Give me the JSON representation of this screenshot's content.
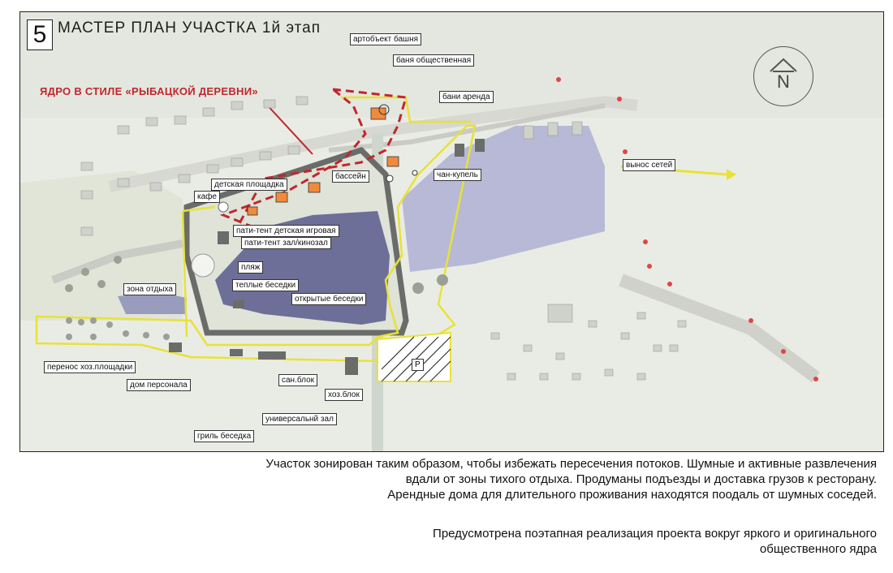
{
  "header": {
    "number": "5",
    "title": "МАСТЕР ПЛАН УЧАСТКА 1й этап",
    "core_label": "ЯДРО В СТИЛЕ «РЫБАЦКОЙ ДЕРЕВНИ»",
    "compass_letter": "N",
    "parking": "P"
  },
  "labels": {
    "art_tower": "артобъект башня",
    "public_bath": "баня общественная",
    "rent_baths": "бани аренда",
    "network": "вынос сетей",
    "pool": "бассейн",
    "chan_kupel": "чан-купель",
    "kids_playground": "детская площадка",
    "cafe": "кафе",
    "party_tent_kids": "пати-тент детская игровая",
    "party_tent_hall": "пати-тент зал/кинозал",
    "beach": "пляж",
    "rest_zone": "зона отдыха",
    "warm_gazebos": "теплые беседки",
    "open_gazebos": "открытые беседки",
    "relocate_yard": "перенос хоз.площадки",
    "staff_house": "дом персонала",
    "san_block": "сан.блок",
    "hoz_block": "хоз.блок",
    "universal_hall": "универсальнй зал",
    "grill_gazebo": "гриль беседка"
  },
  "description": {
    "p1_l1": "Участок зонирован таким образом, чтобы избежать пересечения потоков. Шумные и активные развлечения",
    "p1_l2": "вдали от зоны тихого отдыха. Продуманы подъезды и доставка грузов к ресторану.",
    "p1_l3": "Арендные дома для длительного проживания находятся поодаль от шумных соседей.",
    "p2_l1": "Предусмотрена поэтапная реализация проекта вокруг яркого и  оригинального",
    "p2_l2": "общественного ядра"
  },
  "colors": {
    "zone_outline": "#e8e236",
    "core_dashed": "#c0272d",
    "water": "#6d6f98",
    "water_right": "#b7b9d6",
    "roads": "#5a5c5a",
    "houses": "#f08a3c"
  }
}
